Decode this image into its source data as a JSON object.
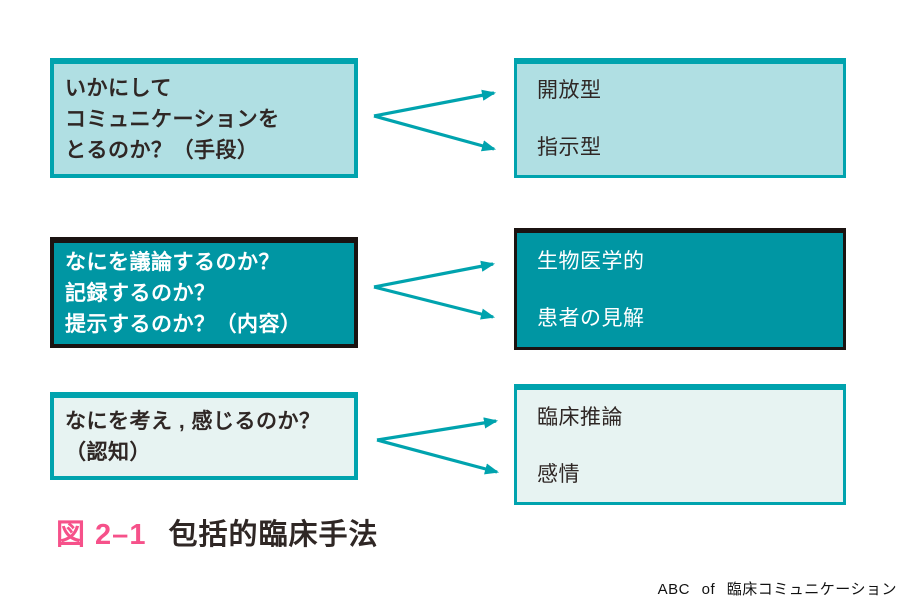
{
  "colors": {
    "teal": "#00a3ae",
    "teal-dark-fill": "#0096a3",
    "teal-light-fill": "#b0dfe3",
    "teal-pale-fill": "#e7f3f2",
    "border-black": "#1b1311",
    "text-dark": "#2f2725",
    "text-white": "#ffffff",
    "caption-pink": "#f6518a"
  },
  "diagram": {
    "rows": [
      {
        "left": {
          "lines": [
            "いかにして",
            "コミュニケーションを",
            "とるのか？（手段）"
          ]
        },
        "right": {
          "lines": [
            "開放型",
            "指示型"
          ]
        }
      },
      {
        "left": {
          "lines": [
            "なにを議論するのか？",
            "記録するのか？",
            "提示するのか？（内容）"
          ]
        },
        "right": {
          "lines": [
            "生物医学的",
            "患者の見解"
          ]
        }
      },
      {
        "left": {
          "lines": [
            "なにを考え , 感じるのか？",
            "（認知）"
          ]
        },
        "right": {
          "lines": [
            "臨床推論",
            "感情"
          ]
        }
      }
    ]
  },
  "caption": {
    "label": "図 2–1",
    "title": "包括的臨床手法"
  },
  "footer": "ABC of 臨床コミュニケーション"
}
